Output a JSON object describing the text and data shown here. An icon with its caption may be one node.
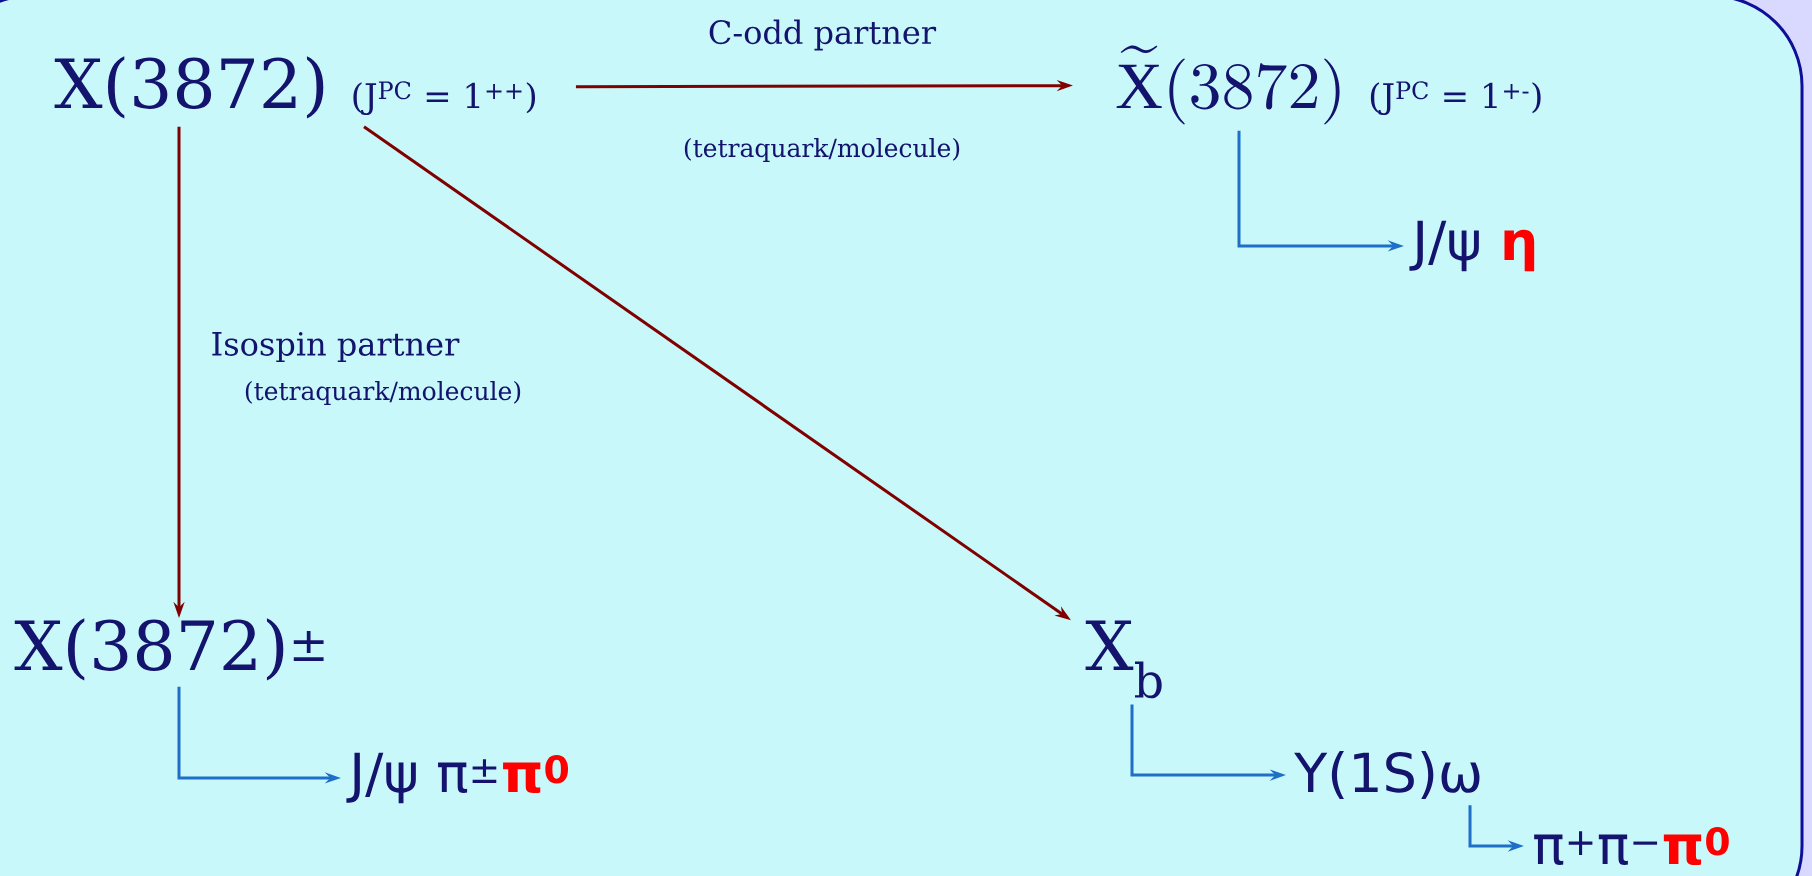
{
  "diagram": {
    "nodes": [
      {
        "text": [
          "X(3872)",
          "(J$^{PC}$ = 1$^{++}$)"
        ]
      },
      {
        "text": [
          "\\widetilde{\\mathrm{X}}(3872)",
          "(J$^{PC}$ = 1$^{+-}$)"
        ]
      },
      {
        "text": [
          "J/ψ",
          "η"
        ]
      },
      {
        "text": [
          "X(3872)$^{±}$"
        ]
      },
      {
        "text": [
          "J/ψ π$^{±}$",
          "π$^{0}$"
        ]
      },
      {
        "text": [
          "X$_{b}$"
        ]
      },
      {
        "text": [
          "Υ(1S)ω"
        ]
      },
      {
        "text": [
          "π$^{+}$π$^{−}$",
          "π$^{0}$"
        ]
      }
    ],
    "edges": [
      {
        "from": 0,
        "to": 1,
        "arrow": "to",
        "label": "C-odd partner",
        "color": "#800000"
      },
      {
        "from": 0,
        "to": 3,
        "arrow": "to",
        "label": "Isospin partner",
        "color": "#800000"
      },
      {
        "from": 0,
        "to": 5,
        "arrow": "to",
        "color": "#800000"
      },
      {
        "from": 1,
        "to": 2,
        "arrow": "to"
      },
      {
        "from": 3,
        "to": 4,
        "arrow": "to"
      },
      {
        "from": 5,
        "to": 6,
        "arrow": "to"
      },
      {
        "from": 6,
        "to": 7,
        "arrow": "to"
      }
    ],
    "labels": [
      "(tetraquark/molecule)",
      "(tetraquark/molecule)"
    ]
  }
}
